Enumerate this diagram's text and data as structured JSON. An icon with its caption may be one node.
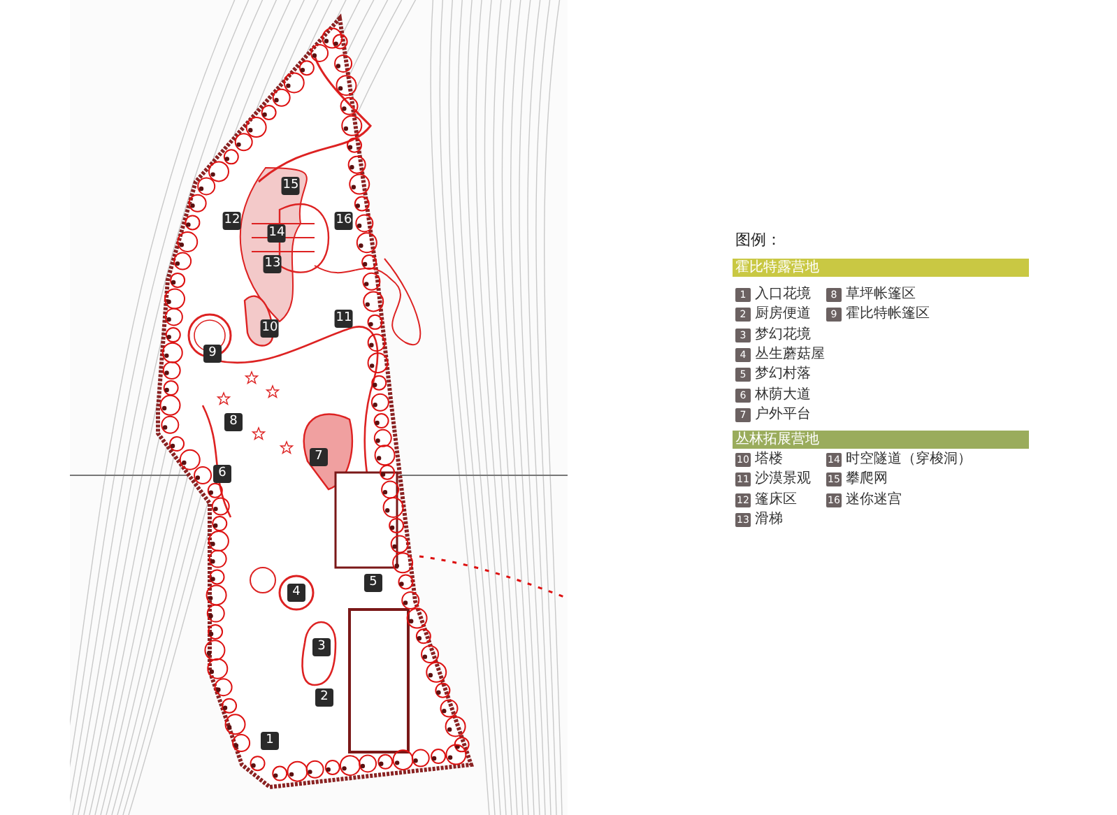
{
  "diagram": {
    "nodes": [
      {
        "text": [
          "霍比特露营地"
        ]
      },
      {
        "text": [
          "丛林拓展营地"
        ]
      }
    ],
    "labels": [
      "15",
      "12",
      "14",
      "16",
      "13",
      "10",
      "11",
      "9",
      "8",
      "7",
      "6",
      "5",
      "4",
      "3",
      "2",
      "1",
      "图例：",
      "1",
      "2",
      "3",
      "4",
      "5",
      "6",
      "7",
      "8",
      "9",
      "10",
      "11",
      "12",
      "13",
      "14",
      "15",
      "16"
    ],
    "legend": [
      {
        "text": "入口花境"
      },
      {
        "text": "厨房便道"
      },
      {
        "text": "梦幻花境"
      },
      {
        "text": "丛生蘑菇屋"
      },
      {
        "text": "梦幻村落"
      },
      {
        "text": "林荫大道"
      },
      {
        "text": "户外平台"
      },
      {
        "text": "草坪帐篷区"
      },
      {
        "text": "霍比特帐篷区"
      },
      {
        "text": "塔楼"
      },
      {
        "text": "沙漠景观"
      },
      {
        "text": "篷床区"
      },
      {
        "text": "滑梯"
      },
      {
        "text": "时空隧道（穿梭洞）"
      },
      {
        "text": "攀爬网"
      },
      {
        "text": "迷你迷宫"
      }
    ]
  }
}
